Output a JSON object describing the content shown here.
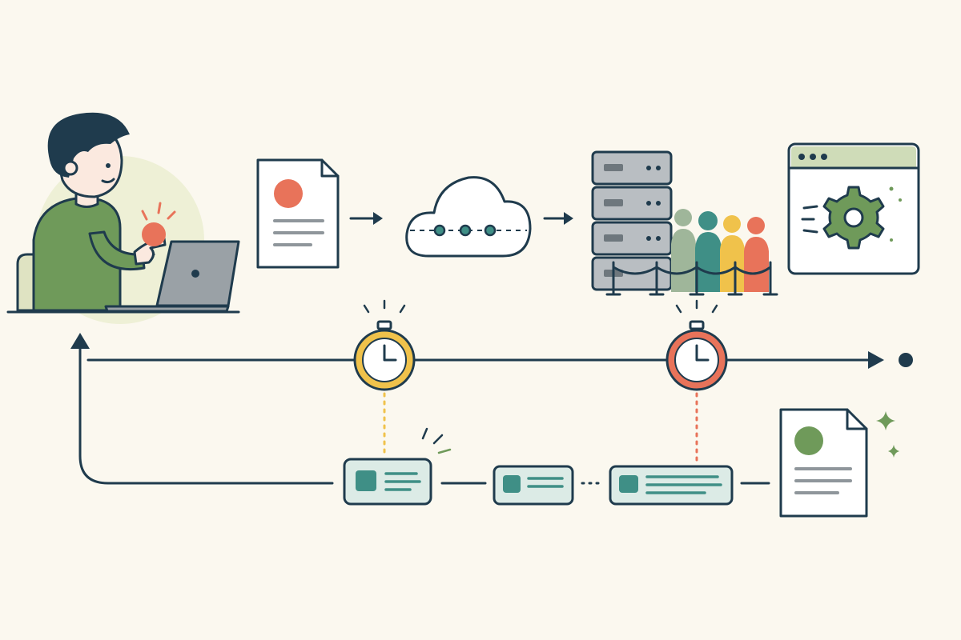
{
  "colors": {
    "background": "#fbf8ef",
    "ink": "#1f3b4d",
    "accent_red": "#e8735a",
    "accent_yellow": "#f0c24b",
    "accent_green": "#6f9a5a",
    "accent_teal": "#3f8f86",
    "gray": "#8f969b",
    "card_fill": "#dcebe6",
    "browser_bar": "#cfdcb8"
  },
  "icons": {
    "user": "person-at-laptop-icon",
    "request_document": "document-with-red-dot-icon",
    "network": "cloud-icon",
    "server": "server-rack-icon",
    "queue": "people-queue-icon",
    "processing": "browser-gear-icon",
    "timer_start": "stopwatch-yellow-icon",
    "timer_end": "stopwatch-red-icon",
    "result_document": "document-with-green-dot-icon",
    "sparkle": "sparkle-icon"
  },
  "cards": [
    {
      "id": "card-1"
    },
    {
      "id": "card-2"
    },
    {
      "id": "card-3"
    }
  ]
}
